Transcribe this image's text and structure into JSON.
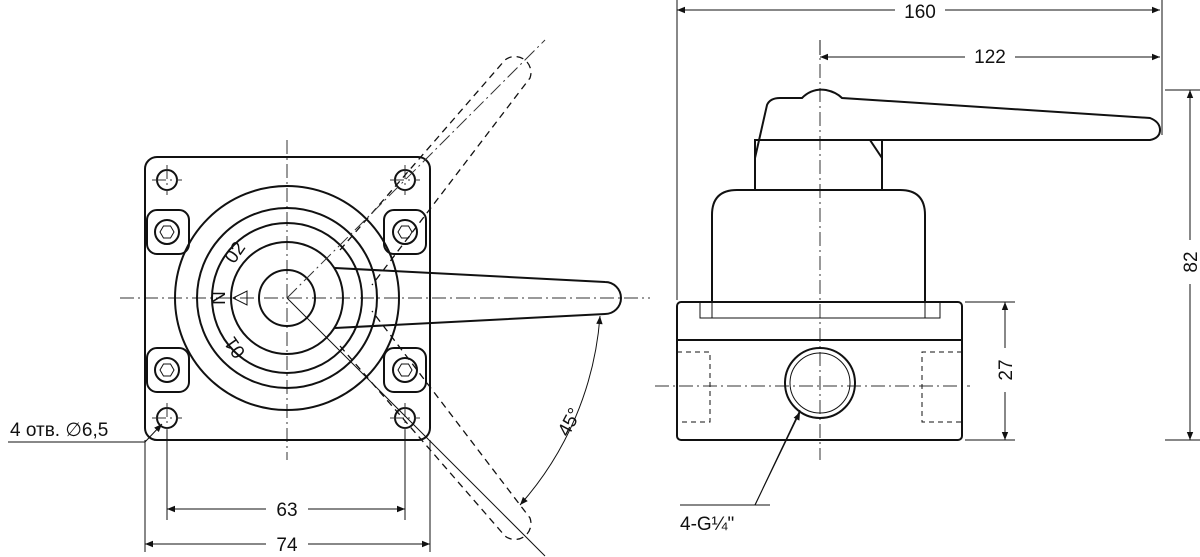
{
  "dimensions": {
    "overall_length": "160",
    "lever_length": "122",
    "height": "82",
    "base_height": "27",
    "angle": "45°",
    "hole_spacing": "63",
    "plate_width": "74",
    "mounting_holes": "4 отв. ∅6,5",
    "ports": "4-G¼\""
  },
  "dial": {
    "pos_top": "02",
    "pos_mid": "N",
    "pos_bottom": "01"
  }
}
